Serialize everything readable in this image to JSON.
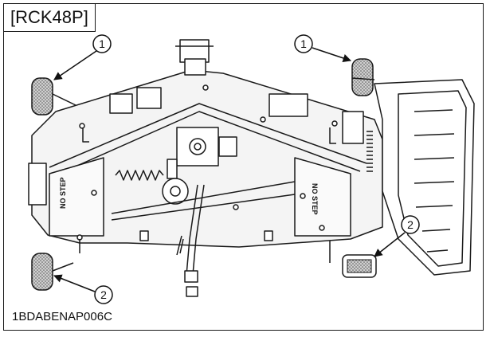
{
  "model_label": "[RCK48P]",
  "part_code": "1BDABENAP006C",
  "deck": {
    "left_decal_text": "NO STEP",
    "right_decal_text": "NO STEP"
  },
  "callouts": {
    "top_left": "1",
    "top_right": "1",
    "bottom_left": "2",
    "bottom_right": "2"
  }
}
